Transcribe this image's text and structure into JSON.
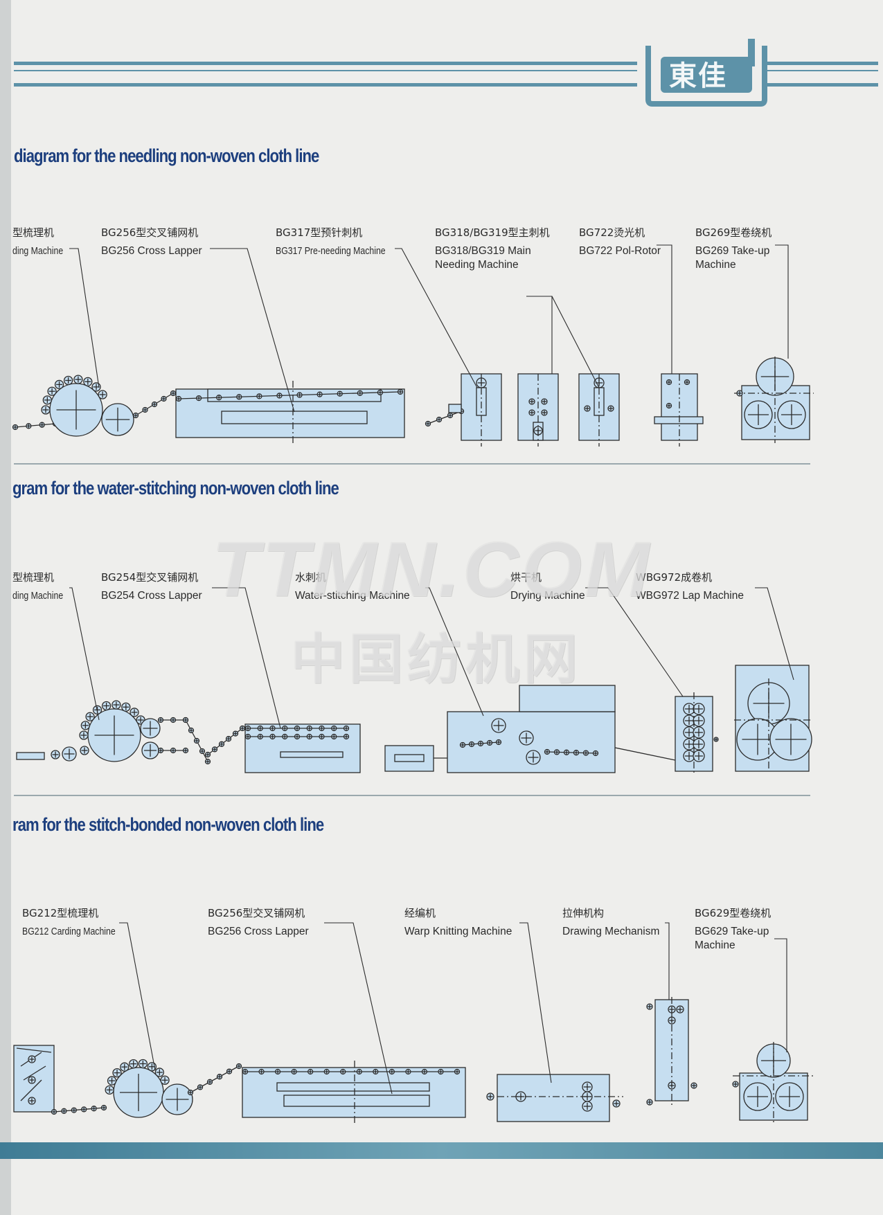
{
  "logo": {
    "text": "東佳"
  },
  "sections": [
    {
      "title": "diagram for the needling  non-woven cloth line",
      "machines": [
        {
          "zh": "型梳理机",
          "en": "ding Machine"
        },
        {
          "zh": "BG256型交叉铺网机",
          "en": "BG256 Cross Lapper"
        },
        {
          "zh": "BG317型预针刺机",
          "en": "BG317 Pre-needing Machine"
        },
        {
          "zh": "BG318/BG319型主刺机",
          "en": "BG318/BG319 Main",
          "en2": "Needing Machine"
        },
        {
          "zh": "BG722烫光机",
          "en": "BG722 Pol-Rotor"
        },
        {
          "zh": "BG269型卷绕机",
          "en": "BG269 Take-up",
          "en2": "Machine"
        }
      ]
    },
    {
      "title": "gram for the water-stitching  non-woven cloth line",
      "machines": [
        {
          "zh": "型梳理机",
          "en": "ding Machine"
        },
        {
          "zh": "BG254型交叉铺网机",
          "en": "BG254 Cross Lapper"
        },
        {
          "zh": "水刺机",
          "en": "Water-stitching Machine"
        },
        {
          "zh": "烘干机",
          "en": "Drying Machine"
        },
        {
          "zh": "WBG972成卷机",
          "en": "WBG972 Lap Machine"
        }
      ]
    },
    {
      "title": "ram for the stitch-bonded  non-woven cloth line",
      "machines": [
        {
          "zh": "BG212型梳理机",
          "en": "BG212 Carding Machine"
        },
        {
          "zh": "BG256型交叉铺网机",
          "en": "BG256 Cross Lapper"
        },
        {
          "zh": "经编机",
          "en": "Warp Knitting Machine"
        },
        {
          "zh": "拉伸机构",
          "en": "Drawing Mechanism"
        },
        {
          "zh": "BG629型卷绕机",
          "en": "BG629 Take-up",
          "en2": "Machine"
        }
      ]
    }
  ],
  "watermark": {
    "line1": "TTMN.COM",
    "line2": "中国纺机网"
  },
  "colors": {
    "fill": "#c6def0",
    "stroke": "#2b2b2b",
    "band": "#5d92a8",
    "title": "#1d3f7e"
  }
}
